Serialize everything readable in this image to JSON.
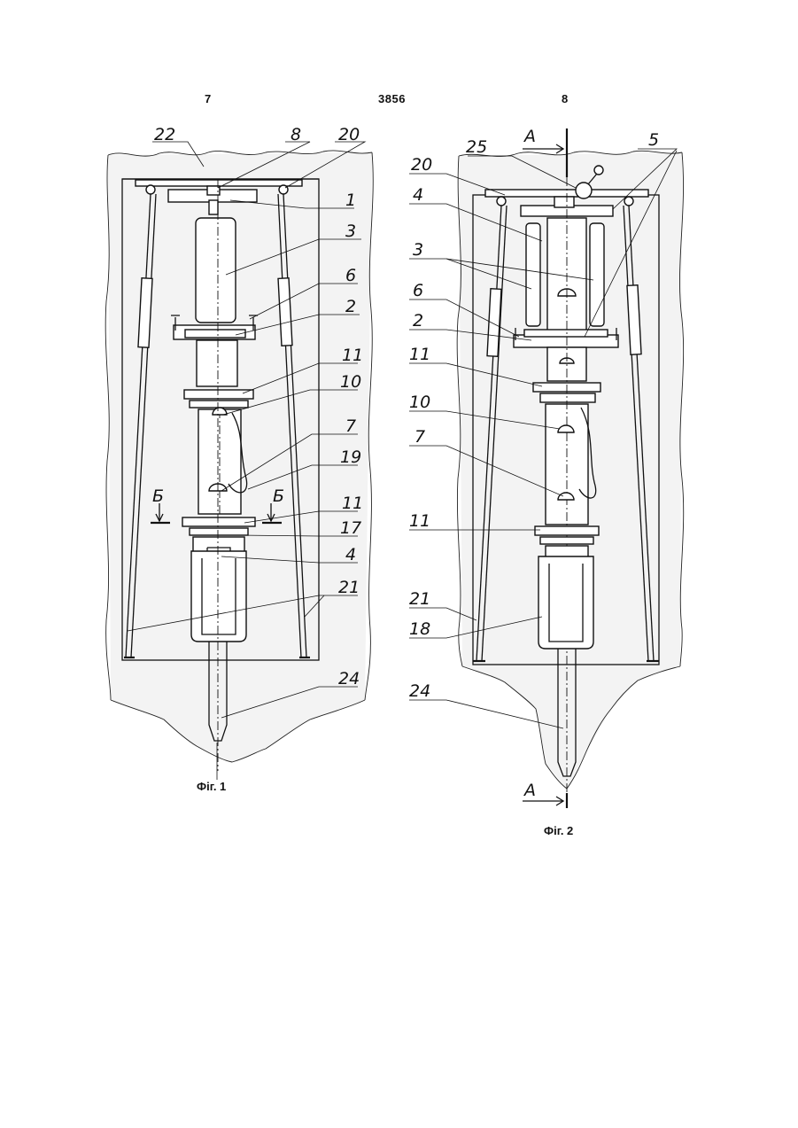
{
  "header": {
    "page_left": "7",
    "patent_number": "3856",
    "page_right": "8"
  },
  "figure1": {
    "caption": "Фіг. 1",
    "labels": [
      "22",
      "8",
      "20",
      "1",
      "3",
      "6",
      "2",
      "11",
      "10",
      "7",
      "19",
      "Б",
      "Б",
      "11",
      "17",
      "4",
      "21",
      "24"
    ]
  },
  "figure2": {
    "caption": "Фіг. 2",
    "labels": [
      "A",
      "25",
      "5",
      "20",
      "4",
      "3",
      "6",
      "2",
      "11",
      "10",
      "7",
      "11",
      "21",
      "18",
      "24",
      "A"
    ]
  },
  "colors": {
    "ink": "#111111",
    "paper": "#ffffff",
    "rock_hatch": "#f3f3f3"
  }
}
